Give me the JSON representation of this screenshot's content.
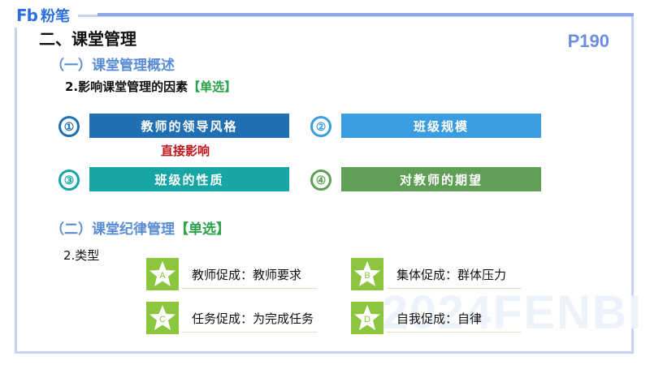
{
  "brand": {
    "logo_mark": "Fb",
    "logo_text": "粉笔"
  },
  "page_number": "P190",
  "section_title": "二、课堂管理",
  "subsection_1": "（一）课堂管理概述",
  "topic": {
    "title": "2.影响课堂管理的因素",
    "tag": "【单选】"
  },
  "factors": [
    {
      "num": "①",
      "label": "教师的领导风格",
      "bar_color": "#1f6fb2",
      "num_color": "#1f6fb2"
    },
    {
      "num": "②",
      "label": "班级规模",
      "bar_color": "#3a9ddf",
      "num_color": "#3a9ddf"
    },
    {
      "num": "③",
      "label": "班级的性质",
      "bar_color": "#17a5a5",
      "num_color": "#17a5a5"
    },
    {
      "num": "④",
      "label": "对教师的期望",
      "bar_color": "#5e9e55",
      "num_color": "#5e9e55"
    }
  ],
  "direct_influence_note": "直接影响",
  "subsection_2": {
    "title": "（二）课堂纪律管理",
    "tag": "【单选】"
  },
  "types_label": "2.类型",
  "types": [
    {
      "badge": "A",
      "text": "教师促成：教师要求"
    },
    {
      "badge": "B",
      "text": "集体促成：群体压力"
    },
    {
      "badge": "C",
      "text": "任务促成：为完成任务"
    },
    {
      "badge": "D",
      "text": "自我促成：自律"
    }
  ],
  "watermark": "2024FENBI",
  "colors": {
    "frame": "#c7d3f3",
    "accent_blue": "#5a8cd4",
    "accent_green": "#2aa34a",
    "note_red": "#c0141b",
    "badge_green": "#8cc63f"
  }
}
